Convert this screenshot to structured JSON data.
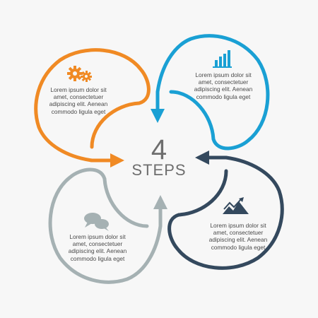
{
  "center": {
    "number": "4",
    "label": "STEPS"
  },
  "steps": [
    {
      "position": "top-left",
      "color": "#f08a24",
      "icon": "gears-icon",
      "text": "Lorem ipsum dolor sit\namet, consectetuer\nadipiscing elit. Aenean\ncommodo ligula eget"
    },
    {
      "position": "top-right",
      "color": "#1aa0d4",
      "icon": "bar-chart-icon",
      "text": "Lorem ipsum dolor sit\namet, consectetuer\nadipiscing elit. Aenean\ncommodo ligula eget"
    },
    {
      "position": "bottom-right",
      "color": "#34495e",
      "icon": "mountain-chart-icon",
      "text": "Lorem ipsum dolor sit\namet, consectetuer\nadipiscing elit. Aenean\ncommodo ligula eget"
    },
    {
      "position": "bottom-left",
      "color": "#a5b1b3",
      "icon": "chat-bubbles-icon",
      "text": "Lorem ipsum dolor sit\namet, consectetuer\nadipiscing elit. Aenean\ncommodo ligula eget"
    }
  ]
}
